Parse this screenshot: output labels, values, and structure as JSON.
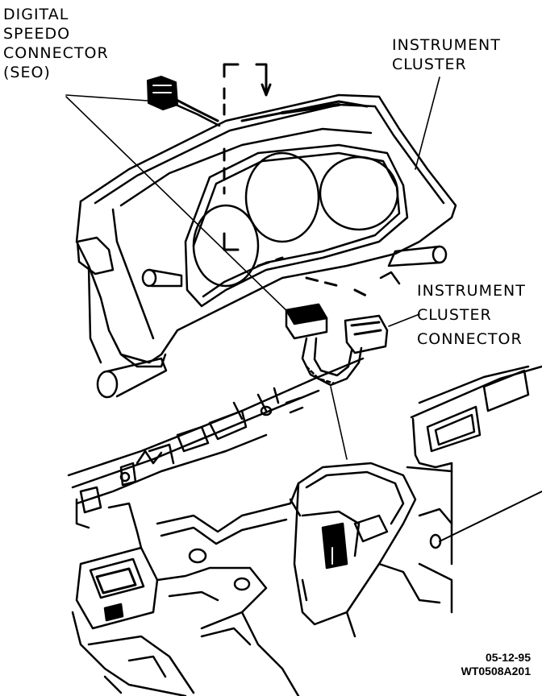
{
  "labels": {
    "digital_speedo": [
      "DIGITAL",
      "SPEEDO",
      "CONNECTOR",
      "(SEO)"
    ],
    "instrument_cluster": [
      "INSTRUMENT",
      "CLUSTER"
    ],
    "cluster_connector": [
      "INSTRUMENT",
      "CLUSTER",
      "CONNECTOR"
    ]
  },
  "reference": {
    "date": "05-12-95",
    "code": "WT0508A201"
  },
  "colors": {
    "ink": "#000000",
    "paper": "#ffffff"
  }
}
